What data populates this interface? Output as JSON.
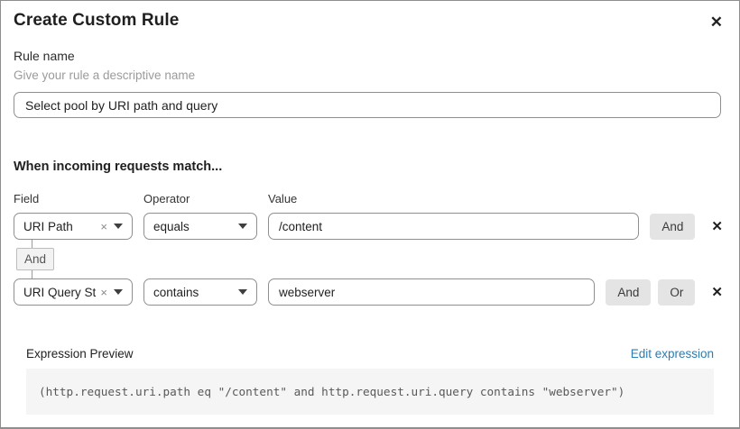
{
  "dialog": {
    "title": "Create Custom Rule"
  },
  "icons": {
    "close": "✕",
    "clear": "×",
    "delete": "✕"
  },
  "rule_name": {
    "label": "Rule name",
    "helper": "Give your rule a descriptive name",
    "value": "Select pool by URI path and query"
  },
  "match": {
    "heading": "When incoming requests match...",
    "column_labels": {
      "field": "Field",
      "operator": "Operator",
      "value": "Value"
    },
    "connector_label": "And",
    "rows": [
      {
        "field": "URI Path",
        "operator": "equals",
        "value": "/content",
        "buttons": [
          "And"
        ]
      },
      {
        "field": "URI Query St...",
        "operator": "contains",
        "value": "webserver",
        "buttons": [
          "And",
          "Or"
        ]
      }
    ]
  },
  "expression": {
    "label": "Expression Preview",
    "edit_link": "Edit expression",
    "code": "(http.request.uri.path eq \"/content\" and http.request.uri.query contains \"webserver\")"
  },
  "colors": {
    "link_blue": "#2c7cb0",
    "button_gray": "#e4e4e4",
    "code_bg": "#f5f5f5",
    "border_gray": "#8f8f8f"
  }
}
